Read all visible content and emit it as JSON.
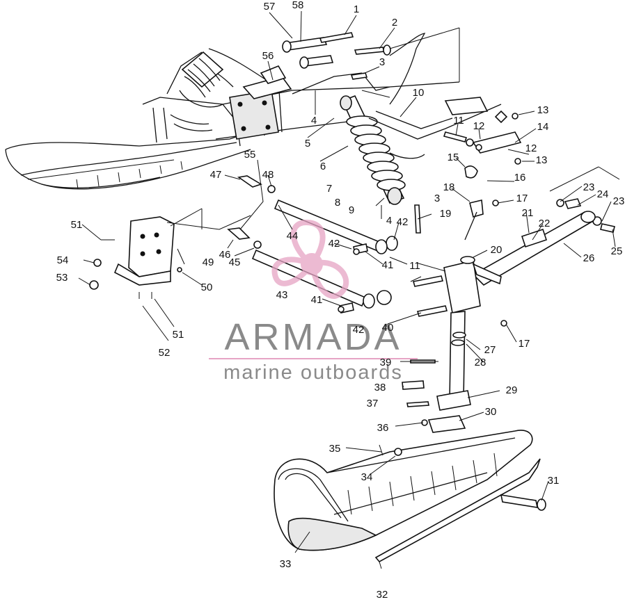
{
  "diagram": {
    "callouts": [
      "1",
      "2",
      "3",
      "3",
      "4",
      "4",
      "5",
      "6",
      "7",
      "8",
      "9",
      "10",
      "11",
      "11",
      "12",
      "12",
      "13",
      "13",
      "14",
      "15",
      "16",
      "17",
      "17",
      "18",
      "19",
      "20",
      "21",
      "22",
      "23",
      "23",
      "24",
      "25",
      "26",
      "27",
      "28",
      "29",
      "30",
      "31",
      "32",
      "33",
      "34",
      "35",
      "36",
      "37",
      "38",
      "39",
      "40",
      "41",
      "41",
      "42",
      "42",
      "42",
      "43",
      "44",
      "45",
      "46",
      "47",
      "48",
      "49",
      "50",
      "51",
      "51",
      "52",
      "53",
      "54",
      "55",
      "56",
      "57",
      "58"
    ]
  },
  "watermark": {
    "brand": "ARMADA",
    "tagline": "marine outboards",
    "accent_color": "#e6a4c4",
    "logo_icon": "propeller-icon"
  }
}
